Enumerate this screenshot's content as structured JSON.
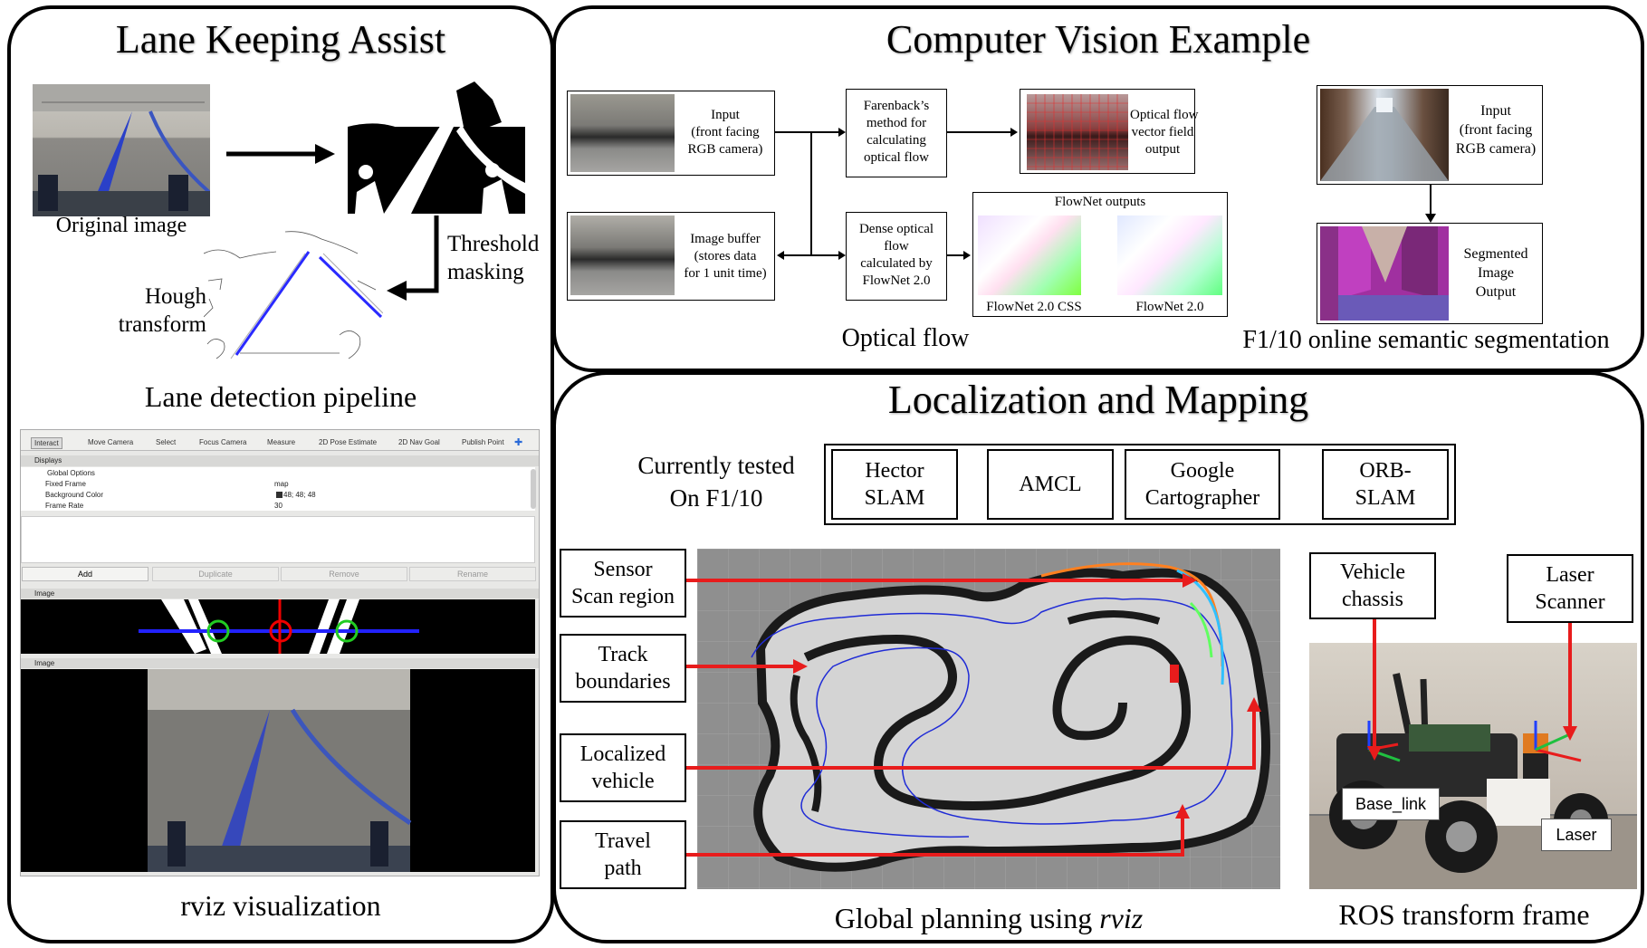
{
  "lka": {
    "title": "Lane Keeping Assist",
    "original_caption": "Original image",
    "threshold_caption": "Threshold\nmasking",
    "hough_caption": "Hough\ntransform",
    "pipeline_caption": "Lane detection pipeline",
    "rviz_caption": "rviz visualization",
    "rviz": {
      "toolbar": [
        "Interact",
        "Move Camera",
        "Select",
        "Focus Camera",
        "Measure",
        "2D Pose Estimate",
        "2D Nav Goal",
        "Publish Point"
      ],
      "displays_label": "Displays",
      "tree": [
        {
          "name": "Global Options",
          "value": ""
        },
        {
          "name": "Fixed Frame",
          "value": "map"
        },
        {
          "name": "Background Color",
          "value": "48; 48; 48"
        },
        {
          "name": "Frame Rate",
          "value": "30"
        }
      ],
      "buttons": [
        "Add",
        "Duplicate",
        "Remove",
        "Rename"
      ],
      "image_label_1": "Image",
      "image_label_2": "Image"
    }
  },
  "cv": {
    "title": "Computer Vision Example",
    "input_box": "Input\n(front facing\nRGB camera)",
    "buffer_box": "Image buffer\n(stores data\nfor 1 unit time)",
    "farneback_box": "Farenback’s\nmethod for\ncalculating\noptical flow",
    "dense_box": "Dense optical\nflow\ncalculated by\nFlowNet 2.0",
    "flow_output_box": "Optical flow\nvector field\noutput",
    "flownet_outputs_label": "FlowNet outputs",
    "flownet_css_label": "FlowNet 2.0 CSS",
    "flownet_label": "FlowNet 2.0",
    "seg_input_box": "Input\n(front facing\nRGB camera)",
    "seg_output_box": "Segmented\nImage\nOutput",
    "optical_flow_caption": "Optical flow",
    "seg_caption": "F1/10 online semantic segmentation"
  },
  "lm": {
    "title": "Localization and Mapping",
    "tested_label": "Currently tested\nOn F1/10",
    "slam_methods": [
      "Hector\nSLAM",
      "AMCL",
      "Google\nCartographer",
      "ORB-\nSLAM"
    ],
    "map_labels": [
      "Sensor\nScan region",
      "Track\nboundaries",
      "Localized\nvehicle",
      "Travel\npath"
    ],
    "planning_caption_prefix": "Global planning using ",
    "planning_caption_em": "rviz",
    "vehicle_chassis": "Vehicle\nchassis",
    "laser_scanner": "Laser\nScanner",
    "base_link": "Base_link",
    "laser": "Laser",
    "ros_caption": "ROS transform frame"
  },
  "colors": {
    "arrow_red": "#e81c1c",
    "path_blue": "#1f2bd6",
    "lane_blue": "#2a40c8"
  }
}
